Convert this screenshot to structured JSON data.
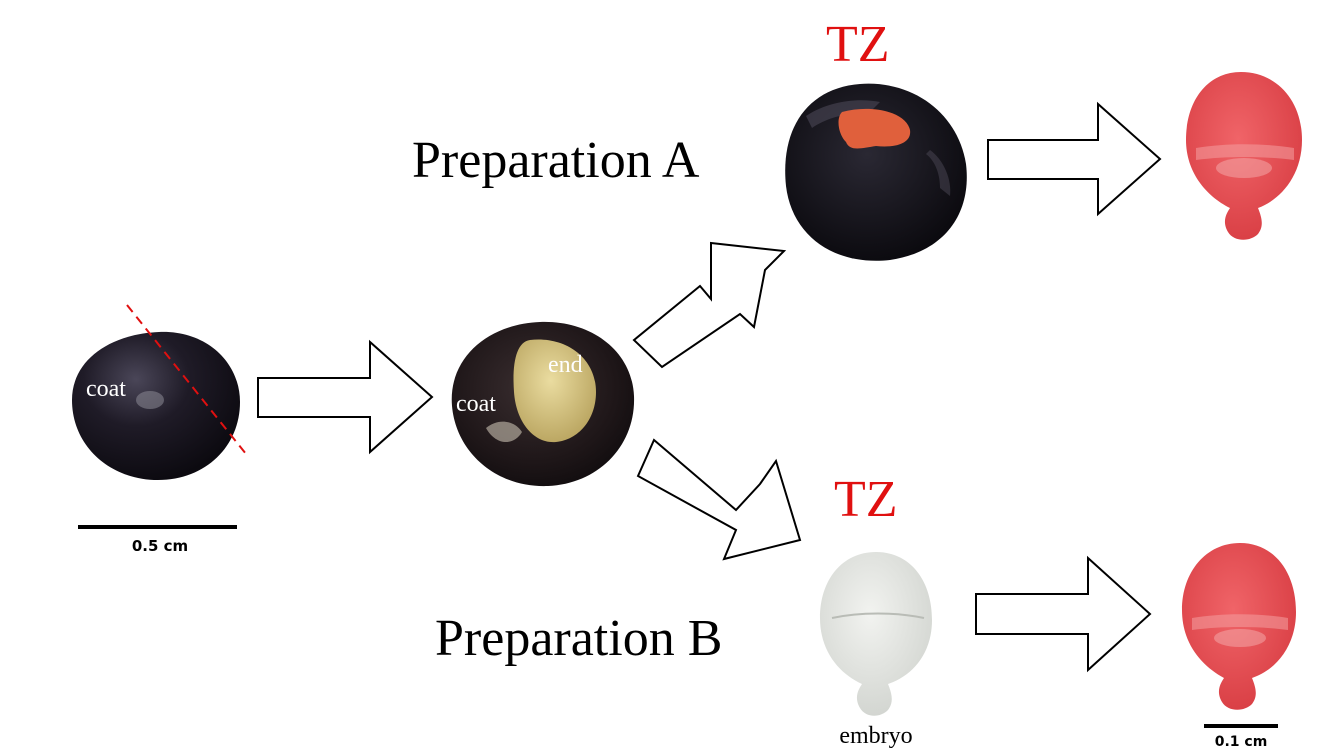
{
  "labels": {
    "prep_a": "Preparation A",
    "prep_b": "Preparation B",
    "tz_a": "TZ",
    "tz_b": "TZ",
    "coat_whole": "coat",
    "coat_cut": "coat",
    "endosperm": "end",
    "embryo": "embryo"
  },
  "scale_bars": {
    "seed": "0.5 cm",
    "embryo": "0.1 cm"
  },
  "colors": {
    "tz_text": "#e01010",
    "stained_embryo": "#e2454a",
    "unstained_embryo": "#e4e6e2",
    "seed_coat": "#17141c",
    "endosperm": "#d9c98c",
    "cut_line": "#e01010",
    "arrow_stroke": "#000000",
    "arrow_fill": "#ffffff"
  },
  "icons": {
    "arrow": "hollow-block-arrow",
    "seed": "dark-seed",
    "embryo": "embryo-shape"
  }
}
